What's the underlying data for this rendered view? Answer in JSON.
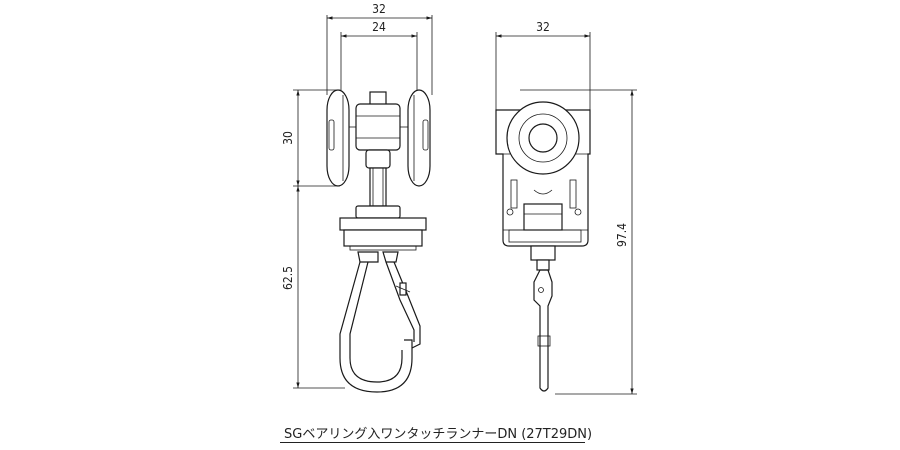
{
  "caption": "SGベアリング入ワンタッチランナーDN (27T29DN)",
  "dimensions": {
    "front_outer_width": "32",
    "front_inner_width": "24",
    "wheel_height": "30",
    "hook_height": "62.5",
    "side_width": "32",
    "total_height": "97.4"
  }
}
